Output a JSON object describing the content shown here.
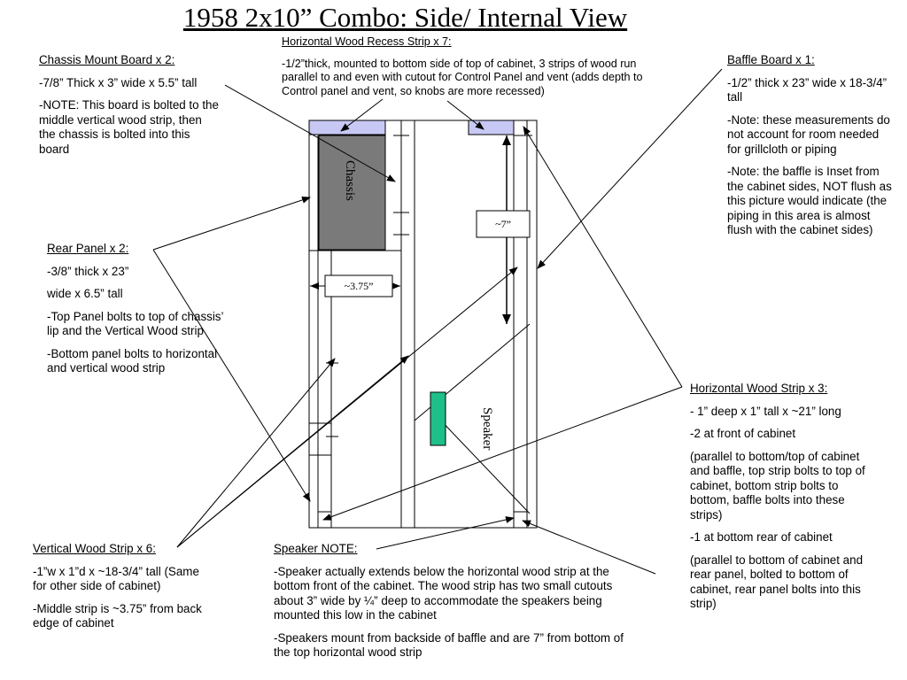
{
  "title": "1958 2x10” Combo: Side/ Internal View",
  "diagram_labels": {
    "chassis": "Chassis",
    "speaker": "Speaker",
    "dim_seven": "~7”",
    "dim_width": "~3.75”"
  },
  "colors": {
    "recess_strip": "#c8c8f4",
    "chassis": "#7a7a7a",
    "speaker": "#1fbf8a"
  },
  "notes": {
    "recess": {
      "heading": "Horizontal Wood Recess Strip x 7:",
      "p1": "-1/2”thick, mounted to bottom side of top of cabinet, 3 strips of wood run parallel to and even with cutout for Control Panel and vent (adds depth to Control panel and vent, so knobs are more recessed)"
    },
    "chassis_board": {
      "heading": "Chassis Mount Board x 2:",
      "p1": "-7/8” Thick x 3” wide x 5.5” tall",
      "p2": "-NOTE: This board is bolted to the middle vertical wood strip, then the chassis is bolted into this board"
    },
    "baffle": {
      "heading": "Baffle Board x 1:",
      "p1": "-1/2” thick x 23” wide x 18-3/4” tall",
      "p2": "-Note: these measurements do not account for room needed for grillcloth or piping",
      "p3": "-Note: the baffle is Inset from the cabinet sides, NOT flush as this picture would indicate (the piping in this area is almost flush with the cabinet sides)"
    },
    "rear_panel": {
      "heading": "Rear Panel x 2:",
      "p1": "-3/8” thick x 23”",
      "p2": "wide x 6.5” tall",
      "p3": "-Top Panel bolts to top of chassis’ lip and the Vertical Wood strip",
      "p4": "-Bottom panel bolts to horizontal and vertical wood strip"
    },
    "horiz_strip": {
      "heading": "Horizontal Wood Strip x 3:",
      "p1": "- 1” deep x 1” tall x ~21” long",
      "p2": "-2 at front of cabinet",
      "p3": "(parallel to bottom/top of cabinet and baffle, top strip bolts to top of cabinet, bottom strip bolts to bottom, baffle bolts into these strips)",
      "p4": "-1 at bottom rear of cabinet",
      "p5": "(parallel to bottom of cabinet and rear panel, bolted to bottom of cabinet, rear panel bolts into this strip)"
    },
    "vert_strip": {
      "heading": "Vertical Wood Strip x 6:",
      "p1": "-1”w x 1”d x ~18-3/4” tall (Same for other side of cabinet)",
      "p2": "-Middle strip is ~3.75” from back edge of cabinet"
    },
    "speaker_note": {
      "heading": "Speaker NOTE:",
      "p1": "-Speaker actually extends below the horizontal wood strip at the bottom front of the cabinet. The wood strip has two small cutouts about 3” wide by ¼” deep to accommodate the speakers being mounted this low in the cabinet",
      "p2": "-Speakers mount from backside of baffle and are 7” from bottom of the top horizontal wood strip"
    }
  }
}
